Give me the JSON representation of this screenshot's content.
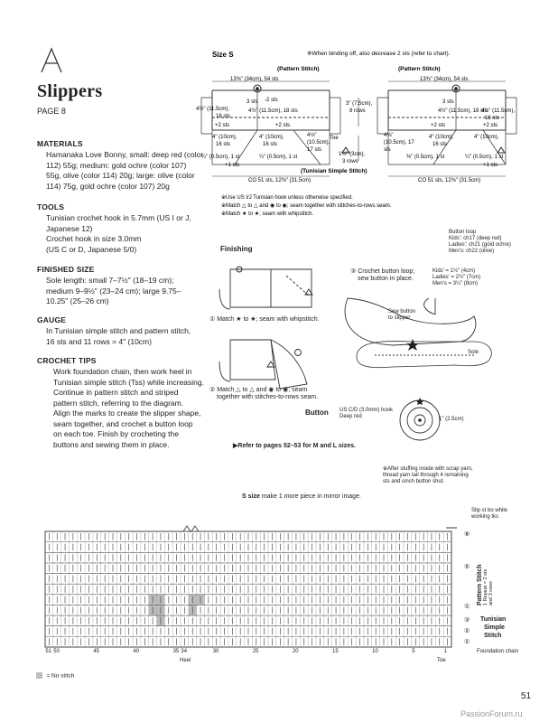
{
  "pattern": {
    "letter": "A",
    "title": "Slippers",
    "page_ref": "PAGE 8",
    "page_number": "51",
    "watermark": "PassionForum.ru"
  },
  "sections": {
    "materials_head": "MATERIALS",
    "materials_lines": [
      "Hamanaka Love Bonny, small: deep red (color",
      "112) 55g; medium: gold ochre (color 107)",
      "55g, olive (color 114) 20g; large: olive (color",
      "114) 75g, gold ochre (color 107) 20g"
    ],
    "tools_head": "TOOLS",
    "tools_lines": [
      "Tunisian crochet hook in 5.7mm (US I or J,",
      "Japanese 12)",
      "Crochet hook in size 3.0mm",
      "(US C or D, Japanese 5/0)"
    ],
    "size_head": "FINISHED SIZE",
    "size_lines": [
      "Sole length: small 7–7½\" (18–19 cm);",
      "medium 9–9½\" (23–24 cm); large 9.75–",
      "10.25\" (25–26 cm)"
    ],
    "gauge_head": "GAUGE",
    "gauge_lines": [
      "In Tunisian simple stitch and pattern stitch,",
      "16 sts and 11 rows = 4\" (10cm)"
    ],
    "tips_head": "CROCHET TIPS",
    "tips_lines": [
      "Work foundation chain, then work heel in",
      "Tunisian simple stitch (Tss) while increasing.",
      "Continue in pattern stitch and striped",
      "pattern stitch, referring to the diagram.",
      "Align the marks to create the slipper shape,",
      "seam together, and crochet a button loop",
      "on each toe. Finish by crocheting the",
      "buttons and sewing them in place."
    ]
  },
  "schematic": {
    "size_label": "Size S",
    "binding_note": "※When binding off, also decrease 2 sts (refer to chart).",
    "pattern_stitch_label": "(Pattern Stitch)",
    "top_dim": "13⅜\" (34cm), 54 sts",
    "left_inc": "3 sts",
    "dec2": "-2 sts",
    "left_height": "4½\" (11.5cm),",
    "left_height_sts": "18 sts",
    "mid_height": "4½\" (11.5cm), 18 sts",
    "plus2": "+2 sts",
    "rows": "3\" (7.5cm),",
    "rows2": "8 rows",
    "toe": "Toe",
    "depth": "4⅛\"",
    "depth_cm": "(10.5cm),",
    "depth_sts": "17 sts",
    "heel_w": "4\" (10cm),",
    "heel_sts": "16 sts",
    "small_l": "¼\" (0.5cm), 1 st",
    "plus1": "+1 sts",
    "toe_rows": "1⅛\" (3cm),",
    "toe_rows2": "3 rows",
    "tss_label": "(Tunisian Simple Stitch)",
    "co_label": "CO 51 sts, 12⅜\" (31.5cm)",
    "r_depth": "4⅛\"",
    "r_depth_cm": "(10.5cm), 17",
    "r_depth_sts": "sts",
    "r_small": "⅜\" (0.5cm), 1 st",
    "notes": [
      "※Use US I/J Tunisian hook unless otherwise specified.",
      "※Match △ to △ and ◉ to ◉; seam together with stitches-to-rows seam.",
      "※Match ★ to ★; seam with whipstitch."
    ]
  },
  "finishing": {
    "title": "Finishing",
    "step1": "① Match ★ to ★; seam with whipstitch.",
    "step2a": "② Match △ to △ and ◉ to ◉; seam",
    "step2b": "together with stitches-to-rows seam.",
    "step3a": "③ Crochet button loop;",
    "step3b": "sew button in place.",
    "loop_title": "Button loop",
    "loop_lines": [
      "Kids': ch17 (deep red)",
      "Ladies': ch21 (gold ochre)",
      "Men's: ch22 (olive)"
    ],
    "size_lines": [
      "Kids' = 1½\" (4cm)",
      "Ladies' = 2¾\" (7cm)",
      "Men's = 3¼\" (8cm)"
    ],
    "sew_btn": "Sew button",
    "to_slipper": "to slipper",
    "sole": "Sole",
    "button": "Button",
    "hook_a": "US C/D (3.0mm) hook",
    "hook_b": "Deep red",
    "diam": "1\" (2.5cm)",
    "refer": "▶Refer to pages 52–53 for M and L sizes.",
    "stuff_note": [
      "※After stuffing inside with scrap yarn,",
      "thread yarn tail through 4 remaining",
      "sts and cinch button shut."
    ]
  },
  "chart": {
    "caption_bold": "S size",
    "caption": "make 1 more piece in mirror image.",
    "slip_note": [
      "Slip st bo while",
      "working tks"
    ],
    "x_labels": [
      "51",
      "50",
      "45",
      "40",
      "35",
      "34",
      "30",
      "25",
      "20",
      "15",
      "10",
      "5",
      "1"
    ],
    "heel": "Heel",
    "toe": "Toe",
    "foundation": "Foundation chain",
    "pattern_stitch": "Pattern Stitch",
    "repeat": "1 Repeat = 2 sts",
    "repeat2": "and 3 rows",
    "tss": [
      "Tunisian",
      "Simple",
      "Stitch"
    ],
    "row_nums": [
      "⑧",
      "⑤",
      "①",
      "③",
      "②",
      "①"
    ],
    "legend": "= No stitch",
    "cols": 51,
    "rows": 11
  },
  "colors": {
    "ink": "#222222",
    "grid_line": "#9a9a9a",
    "no_stitch": "#bdbdbd"
  }
}
